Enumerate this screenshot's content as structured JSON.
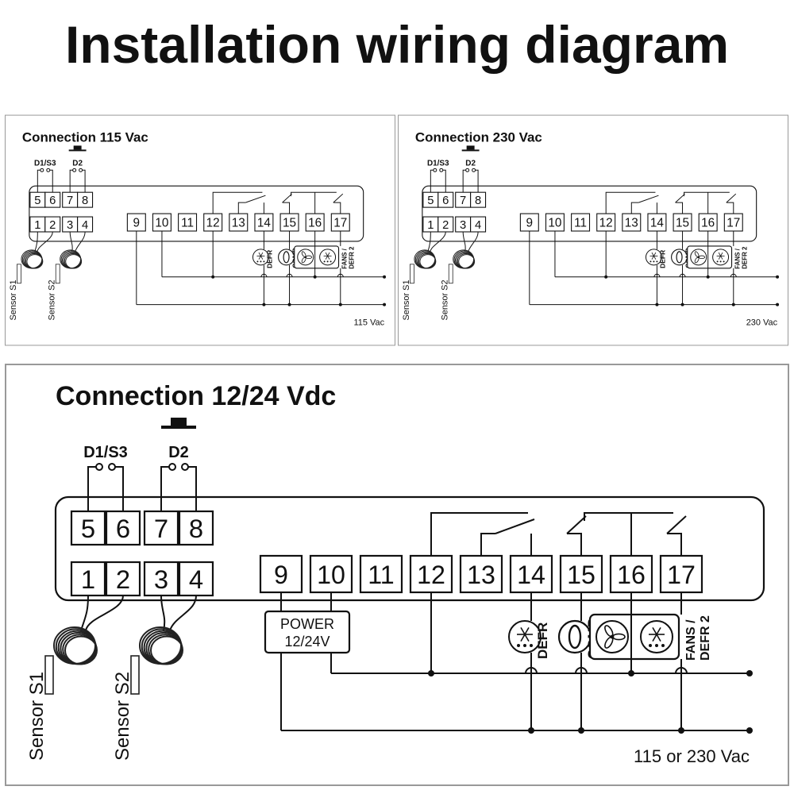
{
  "title": "Installation wiring diagram",
  "panels": [
    {
      "title": "Connection 115 Vac",
      "d1s3_label": "D1/S3",
      "d2_label": "D2",
      "top_terminals": [
        "5",
        "6",
        "7",
        "8"
      ],
      "sensor_terminals": [
        "1",
        "2",
        "3",
        "4"
      ],
      "output_terminals": [
        "9",
        "10",
        "11",
        "12",
        "13",
        "14",
        "15",
        "16",
        "17"
      ],
      "sensor_labels": [
        "Sensor S1",
        "Sensor S2"
      ],
      "load_labels": {
        "defr": "DEFR",
        "comp": "COMP",
        "fans": "FANS /",
        "defr2": "DEFR 2"
      },
      "supply_label": "115 Vac"
    },
    {
      "title": "Connection 230 Vac",
      "d1s3_label": "D1/S3",
      "d2_label": "D2",
      "top_terminals": [
        "5",
        "6",
        "7",
        "8"
      ],
      "sensor_terminals": [
        "1",
        "2",
        "3",
        "4"
      ],
      "output_terminals": [
        "9",
        "10",
        "11",
        "12",
        "13",
        "14",
        "15",
        "16",
        "17"
      ],
      "sensor_labels": [
        "Sensor S1",
        "Sensor S2"
      ],
      "load_labels": {
        "defr": "DEFR",
        "comp": "COMP",
        "fans": "FANS /",
        "defr2": "DEFR 2"
      },
      "supply_label": "230 Vac"
    },
    {
      "title": "Connection 12/24 Vdc",
      "d1s3_label": "D1/S3",
      "d2_label": "D2",
      "top_terminals": [
        "5",
        "6",
        "7",
        "8"
      ],
      "sensor_terminals": [
        "1",
        "2",
        "3",
        "4"
      ],
      "output_terminals": [
        "9",
        "10",
        "11",
        "12",
        "13",
        "14",
        "15",
        "16",
        "17"
      ],
      "sensor_labels": [
        "Sensor S1",
        "Sensor S2"
      ],
      "load_labels": {
        "defr": "DEFR",
        "comp": "COMP",
        "fans": "FANS /",
        "defr2": "DEFR 2"
      },
      "power_label": [
        "POWER",
        "12/24V"
      ],
      "supply_label": "115 or 230 Vac"
    }
  ]
}
